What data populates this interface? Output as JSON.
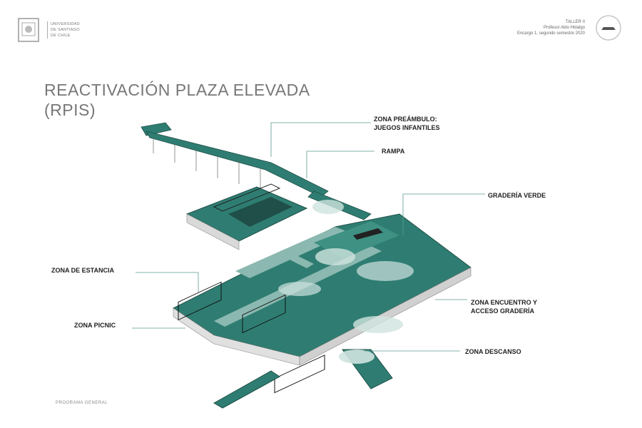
{
  "header": {
    "university": [
      "UNIVERSIDAD",
      "DE SANTIAGO",
      "DE CHILE"
    ],
    "course": "TALLER II",
    "professor": "Profesor Aldo Hidalgo",
    "assignment": "Encargo 1, segundo semestre 2020"
  },
  "title": {
    "line1": "REACTIVACIÓN PLAZA ELEVADA",
    "line2": "(RPIS)"
  },
  "labels": {
    "preambulo_1": "ZONA PREÁMBULO:",
    "preambulo_2": "JUEGOS INFANTILES",
    "rampa": "RAMPA",
    "graderia_verde": "GRADERÍA VERDE",
    "estancia": "ZONA DE ESTANCIA",
    "picnic": "ZONA PICNIC",
    "encuentro_1": "ZONA ENCUENTRO Y",
    "encuentro_2": "ACCESO GRADERÍA",
    "descanso": "ZONA DESCANSO"
  },
  "footer": "PROGRAMA GENERAL",
  "colors": {
    "teal": "#2f7d72",
    "dark": "#1f4f48",
    "light": "#cfe3df",
    "leader": "#5a9a90"
  }
}
